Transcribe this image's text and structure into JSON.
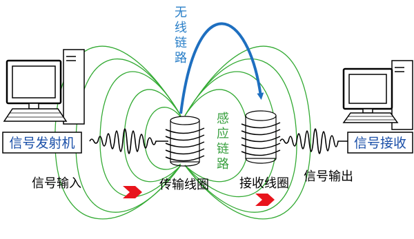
{
  "labels": {
    "wireless_link": [
      "无",
      "线",
      "链",
      "路"
    ],
    "inductive_link": [
      "感",
      "应",
      "链",
      "路"
    ],
    "transmitter": "信号发射机",
    "receiver": "信号接收",
    "signal_input": "信号输入",
    "signal_output": "信号输出",
    "tx_coil": "传输线圈",
    "rx_coil": "接收线圈"
  },
  "colors": {
    "field_lines": "#33aa33",
    "wireless_arrow": "#1e6fc0",
    "wireless_text": "#2a7fc8",
    "inductive_text": "#3aa040",
    "box_text": "#1a4fa8",
    "flow_arrow": "#e8141c"
  },
  "icons": [
    "computer-icon",
    "coil-icon",
    "waveform-icon",
    "chevron-arrow-icon"
  ]
}
